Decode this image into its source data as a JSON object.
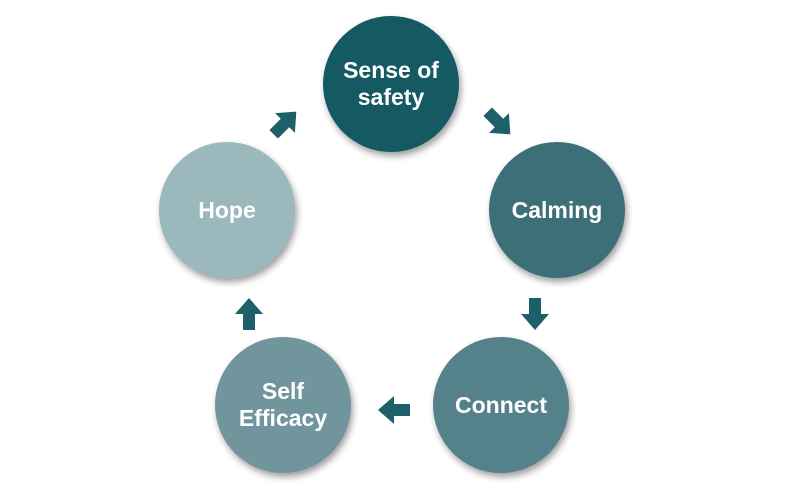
{
  "colors": {
    "arrow": "#1e6069",
    "shadow": "#6b6b6b",
    "label": "#ffffff"
  },
  "nodes": {
    "sense_of_safety": {
      "label": "Sense of safety",
      "color": "#155a63"
    },
    "calming": {
      "label": "Calming",
      "color": "#3d6f79"
    },
    "connect": {
      "label": "Connect",
      "color": "#55818a"
    },
    "self_efficacy": {
      "label": "Self Efficacy",
      "color": "#71959c"
    },
    "hope": {
      "label": "Hope",
      "color": "#9bb8bd"
    }
  },
  "arrows": [
    {
      "from": "Sense of safety",
      "to": "Calming",
      "direction": "down-right"
    },
    {
      "from": "Calming",
      "to": "Connect",
      "direction": "down"
    },
    {
      "from": "Connect",
      "to": "Self Efficacy",
      "direction": "left"
    },
    {
      "from": "Self Efficacy",
      "to": "Hope",
      "direction": "up"
    },
    {
      "from": "Hope",
      "to": "Sense of safety",
      "direction": "up-right"
    }
  ]
}
